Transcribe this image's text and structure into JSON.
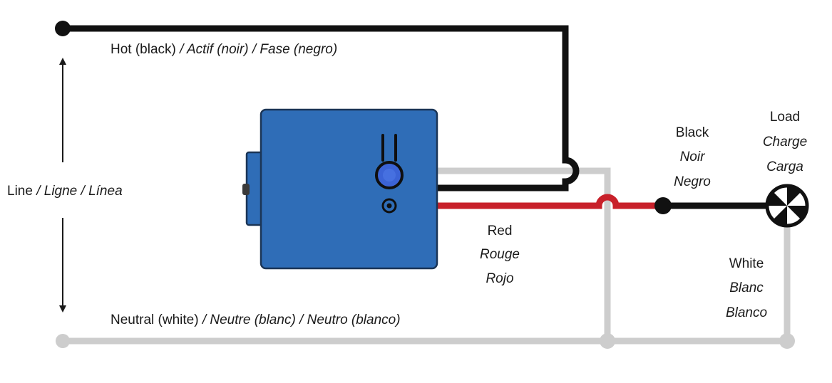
{
  "labels": {
    "hot": {
      "plain": "Hot (black)",
      "italic": " / Actif (noir) / Fase (negro)"
    },
    "line": {
      "plain": "Line",
      "italic": " / Ligne / Línea"
    },
    "neutral": {
      "plain": "Neutral (white)",
      "italic": " / Neutre (blanc) / Neutro (blanco)"
    },
    "red": {
      "en": "Red",
      "fr": "Rouge",
      "es": "Rojo"
    },
    "black": {
      "en": "Black",
      "fr": "Noir",
      "es": "Negro"
    },
    "load": {
      "en": "Load",
      "fr": "Charge",
      "es": "Carga"
    },
    "white": {
      "en": "White",
      "fr": "Blanc",
      "es": "Blanco"
    }
  },
  "colors": {
    "black_wire": "#111111",
    "white_wire": "#cdcdcd",
    "red_wire": "#c8202a",
    "device_fill": "#2f6db7",
    "device_stroke": "#1b3556",
    "led": "#3b63d6"
  },
  "icons": {
    "device": "smart-switch-module",
    "load": "light-bulb-symbol"
  }
}
